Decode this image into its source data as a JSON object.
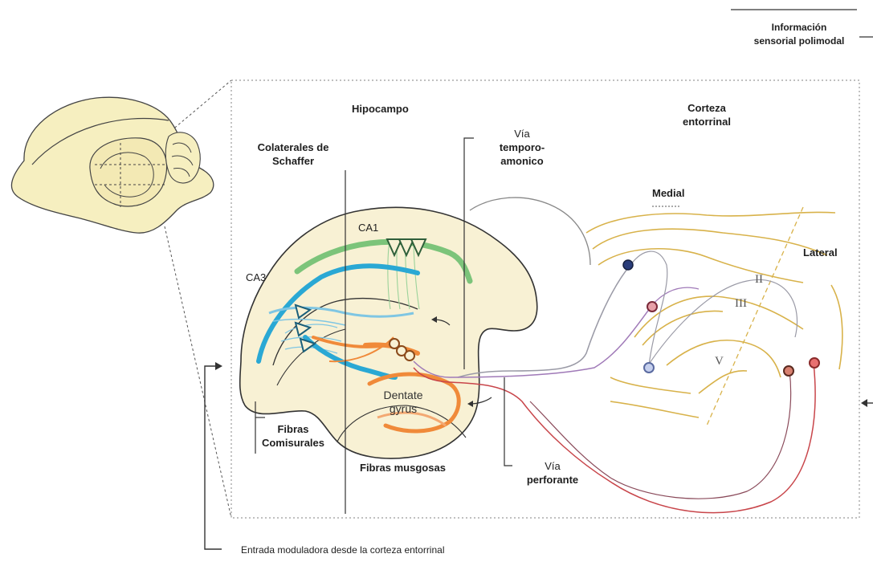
{
  "labels": {
    "info_polimodal_line1": "Información",
    "info_polimodal_line2": "sensorial polimodal",
    "hipocampo": "Hipocampo",
    "corteza_line1": "Corteza",
    "corteza_line2": "entorrinal",
    "colaterales_line1": "Colaterales de",
    "colaterales_line2": "Schaffer",
    "via_temporo_line1": "Vía",
    "via_temporo_line2": "temporo-",
    "via_temporo_line3": "amonico",
    "medial": "Medial",
    "lateral": "Lateral",
    "ca1": "CA1",
    "ca3": "CA3",
    "layer_ii": "II",
    "layer_iii": "III",
    "layer_v": "V",
    "dentate_line1": "Dentate",
    "dentate_line2": "gyrus",
    "fibras_com_line1": "Fibras",
    "fibras_com_line2": "Comisurales",
    "fibras_musgosas": "Fibras musgosas",
    "via_perforante_line1": "Vía",
    "via_perforante_line2": "perforante",
    "entrada_moduladora": "Entrada moduladora desde la corteza entorrinal"
  },
  "colors": {
    "brain_fill": "#f6efc0",
    "hippo_fill": "#f8f1d4",
    "ca1_green": "#7cc47a",
    "ca3_blue": "#2aa8d4",
    "dentate_orange": "#f08a3a",
    "cortex_gold": "#d8b24a",
    "path_red": "#c8454a",
    "path_purple": "#a07ab8",
    "path_gray": "#9a9aa6"
  }
}
